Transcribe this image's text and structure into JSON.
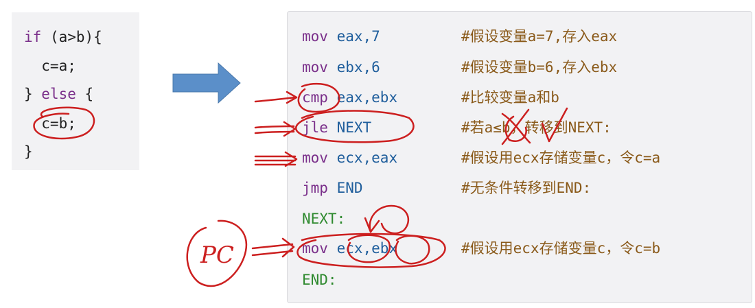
{
  "c_code": {
    "line1_kw": "if",
    "line1_rest": " (a>b){",
    "line2": "  c=a;",
    "line3_open": "} ",
    "line3_kw": "else",
    "line3_rest": " {",
    "line4": "  c=b;",
    "line5": "}"
  },
  "asm": [
    {
      "op": "mov",
      "args": "eax,7",
      "comment": "#假设变量a=7,存入eax"
    },
    {
      "op": "mov",
      "args": "ebx,6",
      "comment": "#假设变量b=6,存入ebx"
    },
    {
      "op": "cmp",
      "args": "eax,ebx",
      "comment": "#比较变量a和b"
    },
    {
      "op": "jle",
      "args": "NEXT",
      "comment": "#若a≤b，转移到NEXT:"
    },
    {
      "op": "mov",
      "args": "ecx,eax",
      "comment": "#假设用ecx存储变量c，令c=a"
    },
    {
      "op": "jmp",
      "args": "END",
      "comment": "#无条件转移到END:"
    },
    {
      "label": "NEXT:"
    },
    {
      "op": "mov",
      "args": "ecx,ebx",
      "comment": "#假设用ecx存储变量c，令c=b"
    },
    {
      "label": "END:"
    }
  ],
  "annotation": {
    "pc_label": "PC"
  },
  "colors": {
    "arrow_fill": "#5b8fc9",
    "ink": "#cc1f1f"
  }
}
